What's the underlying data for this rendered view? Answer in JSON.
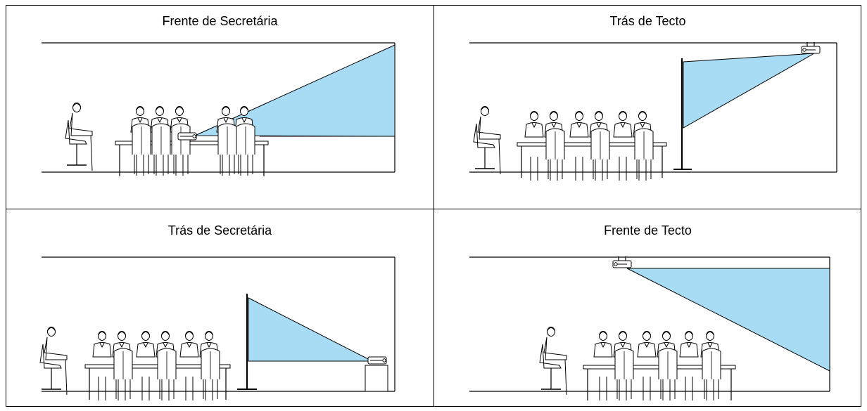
{
  "panels": [
    {
      "title": "Frente de Secretária",
      "projector_position": "front-desk"
    },
    {
      "title": "Trás de Tecto",
      "projector_position": "rear-ceiling"
    },
    {
      "title": "Trás de Secretária",
      "projector_position": "rear-desk"
    },
    {
      "title": "Frente de Tecto",
      "projector_position": "front-ceiling"
    }
  ],
  "colors": {
    "beam": "#a8dcf4",
    "line": "#000000",
    "background": "#ffffff"
  }
}
